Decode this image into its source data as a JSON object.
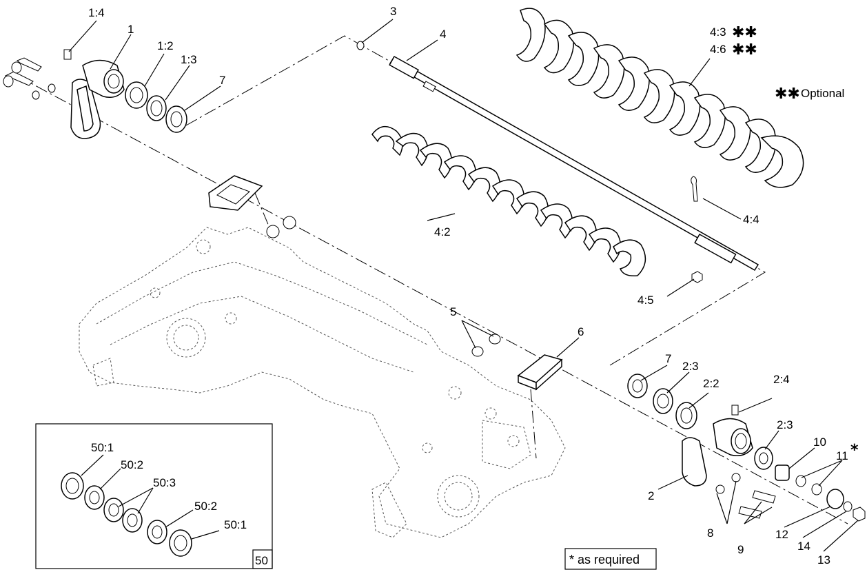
{
  "callouts": {
    "c1_4": "1:4",
    "c1": "1",
    "c1_2": "1:2",
    "c1_3": "1:3",
    "c7_top": "7",
    "c3": "3",
    "c4": "4",
    "c4_3": "4:3",
    "c4_6": "4:6",
    "optional": "Optional",
    "c4_2": "4:2",
    "c4_4": "4:4",
    "c4_5": "4:5",
    "c5": "5",
    "c6": "6",
    "c7_bottom": "7",
    "c2_3_a": "2:3",
    "c2_2": "2:2",
    "c2_4": "2:4",
    "c2_3_b": "2:3",
    "c10": "10",
    "c11": "11",
    "c2": "2",
    "c8": "8",
    "c9": "9",
    "c12": "12",
    "c14": "14",
    "c13": "13",
    "c50_1_a": "50:1",
    "c50_2_a": "50:2",
    "c50_3": "50:3",
    "c50_2_b": "50:2",
    "c50_1_b": "50:1",
    "c50": "50"
  },
  "symbols": {
    "double_star": "✱✱",
    "single_star": "*"
  },
  "notes": {
    "as_required": "* as required"
  }
}
